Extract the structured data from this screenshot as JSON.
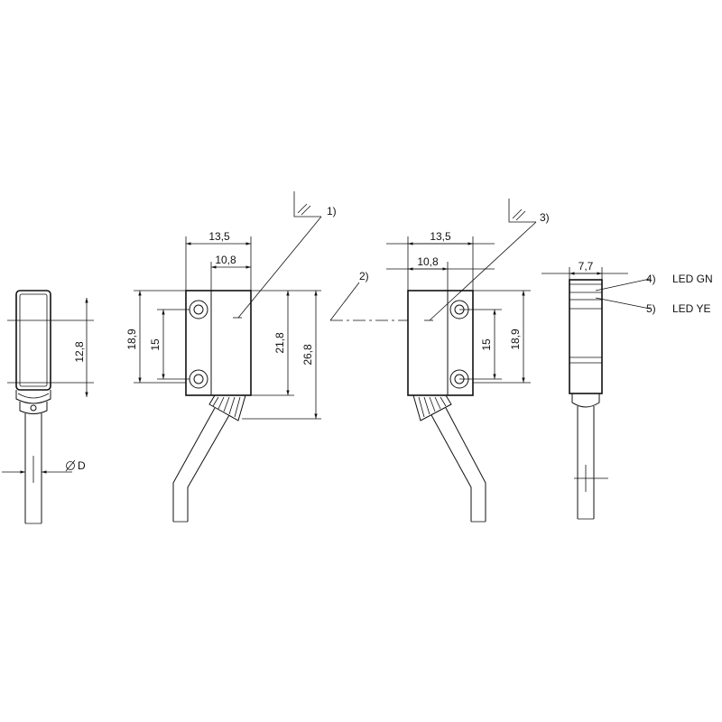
{
  "dimensions": {
    "width_outer": "13,5",
    "width_inner": "10,8",
    "height_189": "18,9",
    "hole_spacing": "15",
    "height_218": "21,8",
    "height_268": "26,8",
    "side_height": "12,8",
    "side_width": "7,7",
    "cable_diameter": "D"
  },
  "callouts": {
    "c1": "1)",
    "c2": "2)",
    "c3": "3)",
    "c4": "4)",
    "c5": "5)",
    "led_gn": "LED GN",
    "led_ye": "LED YE"
  }
}
